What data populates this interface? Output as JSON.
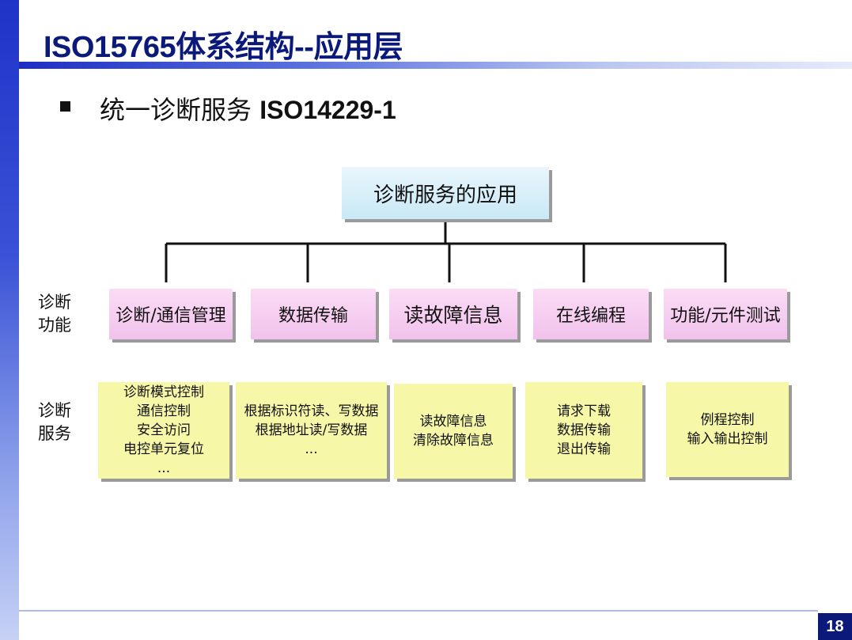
{
  "title": "ISO15765体系结构--应用层",
  "bullet": {
    "text_cn": "统一诊断服务 ",
    "text_std": "ISO14229-1"
  },
  "root": {
    "label": "诊断服务的应用"
  },
  "side_labels": {
    "functions": [
      "诊断",
      "功能"
    ],
    "services": [
      "诊断",
      "服务"
    ]
  },
  "functions": [
    {
      "label": "诊断/通信管理"
    },
    {
      "label": "数据传输"
    },
    {
      "label": "读故障信息"
    },
    {
      "label": "在线编程"
    },
    {
      "label": "功能/元件测试"
    }
  ],
  "services": [
    {
      "lines": [
        "诊断模式控制",
        "通信控制",
        "安全访问",
        "电控单元复位",
        "..."
      ]
    },
    {
      "lines": [
        "根据标识符读、写数据",
        "根据地址读/写数据",
        "..."
      ]
    },
    {
      "lines": [
        "读故障信息",
        "清除故障信息"
      ]
    },
    {
      "lines": [
        "请求下载",
        "数据传输",
        "退出传输"
      ]
    },
    {
      "lines": [
        "例程控制",
        "输入输出控制"
      ]
    }
  ],
  "page_number": "18",
  "colors": {
    "title": "#0b1a7a",
    "root_fill": "#d6eef9",
    "function_fill": "#f5cdf0",
    "service_fill": "#f7f7a8"
  }
}
